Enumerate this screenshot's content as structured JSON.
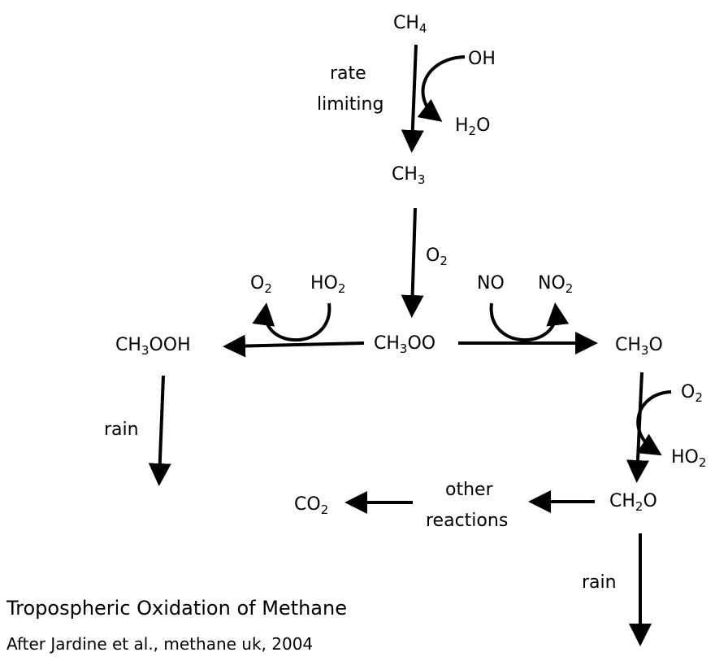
{
  "species": {
    "ch4": {
      "base": "CH",
      "sub": "4",
      "tail": ""
    },
    "oh": {
      "base": "OH",
      "sub": "",
      "tail": ""
    },
    "h2o_1": {
      "base": "H",
      "sub": "2",
      "tail": "O"
    },
    "ch3": {
      "base": "CH",
      "sub": "3",
      "tail": ""
    },
    "o2_1": {
      "base": "O",
      "sub": "2",
      "tail": ""
    },
    "o2_left": {
      "base": "O",
      "sub": "2",
      "tail": ""
    },
    "ho2_left": {
      "base": "HO",
      "sub": "2",
      "tail": ""
    },
    "no": {
      "base": "NO",
      "sub": "",
      "tail": ""
    },
    "no2": {
      "base": "NO",
      "sub": "2",
      "tail": ""
    },
    "ch3ooh": {
      "base": "CH",
      "sub": "3",
      "tail": "OOH"
    },
    "ch3oo": {
      "base": "CH",
      "sub": "3",
      "tail": "OO"
    },
    "ch3o": {
      "base": "CH",
      "sub": "3",
      "tail": "O"
    },
    "o2_right": {
      "base": "O",
      "sub": "2",
      "tail": ""
    },
    "ho2_right": {
      "base": "HO",
      "sub": "2",
      "tail": ""
    },
    "co2": {
      "base": "CO",
      "sub": "2",
      "tail": ""
    },
    "ch2o": {
      "base": "CH",
      "sub": "2",
      "tail": "O"
    }
  },
  "labels": {
    "rate_limiting_1": "rate",
    "rate_limiting_2": "limiting",
    "rain_left": "rain",
    "rain_right": "rain",
    "other_reactions_1": "other",
    "other_reactions_2": "reactions"
  },
  "caption": {
    "title": "Tropospheric Oxidation of Methane",
    "subtitle": "After Jardine et al., methane uk, 2004"
  },
  "colors": {
    "ink": "#000000",
    "background": "#ffffff"
  }
}
